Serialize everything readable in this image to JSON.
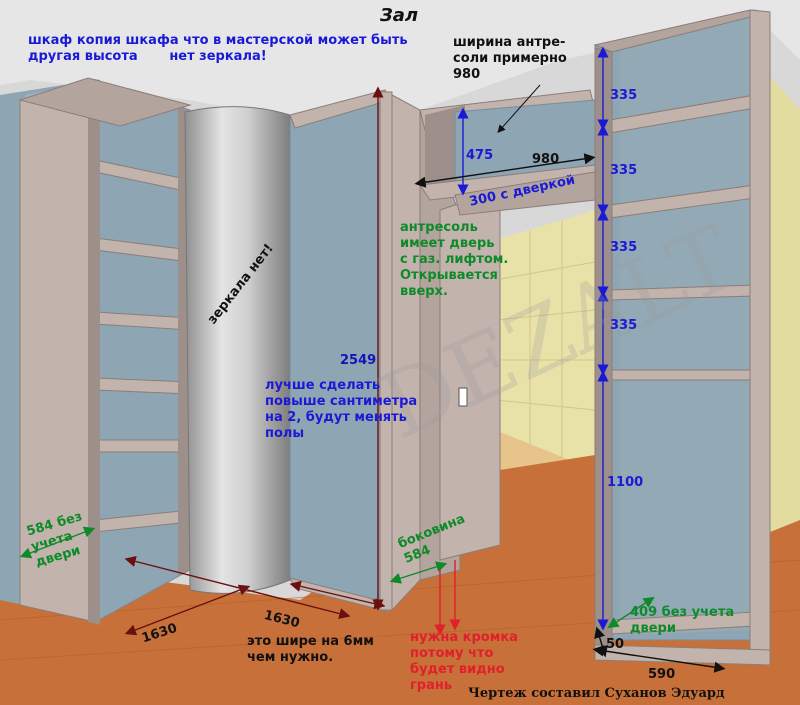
{
  "title": "Зал",
  "note_top": "шкаф копия шкафа что в мастерской может быть\nдругая высота       нет зеркала!",
  "note_width_mezzanine": "ширина антре-\nсоли примерно\n980",
  "note_no_mirror": "зеркала нет!",
  "note_mezzanine_door": "антресоль\nимеет дверь\nс газ. лифтом.\nОткрывается\nвверх.",
  "note_taller": "лучше сделать\nповыше сантиметра\nна 2, будут менять\nполы",
  "note_wider": "это шире на 6мм\nчем нужно.",
  "note_edge": "нужна кромка\nпотому что\nбудет видно\nгрань",
  "note_left_depth": "584 без\nучета\nдвери",
  "note_side_panel": "боковина\n584",
  "note_right_depth": "409 без учета\nдвери",
  "signature": "Чертеж составил Суханов Эдуард",
  "watermark": "DEZALT",
  "dims": {
    "d475": "475",
    "d980": "980",
    "d300": "300 с дверкой",
    "d2549": "2549",
    "d335a": "335",
    "d335b": "335",
    "d335c": "335",
    "d335d": "335",
    "d1100": "1100",
    "d1630a": "1630",
    "d1630b": "1630",
    "d590": "590",
    "d50": "50"
  },
  "colors": {
    "wood": "#c2b3ad",
    "wood_dark": "#9d8f89",
    "back_panel": "#8ea5b3",
    "floor": "#c8703a",
    "wall": "#d8d8d8",
    "tile": "#e9e2a8",
    "blue_text": "#1a1ad6",
    "green_text": "#0f8a2a",
    "red_text": "#e0202a"
  }
}
